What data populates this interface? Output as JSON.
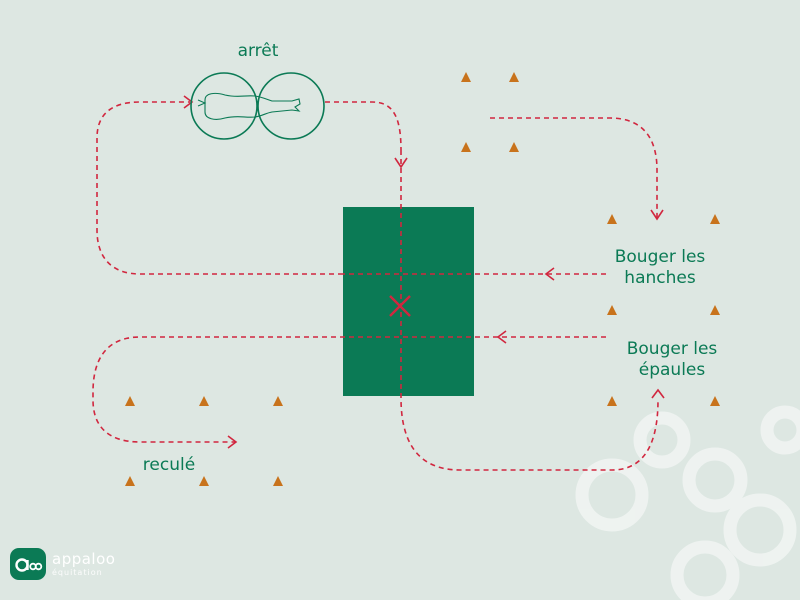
{
  "colors": {
    "background": "#dde7e2",
    "green": "#0b7a55",
    "path_red": "#d1273f",
    "cone_orange": "#c8731c",
    "watermark": "#f0f4f2"
  },
  "labels": {
    "arret": "arrêt",
    "hanches": [
      "Bouger les",
      "hanches"
    ],
    "epaules": [
      "Bouger les",
      "épaules"
    ],
    "recule": "reculé"
  },
  "brand": {
    "name": "appaloo",
    "subtitle": "équitation"
  },
  "icons": {
    "horse": "horse-topdown-icon",
    "cone": "cone-icon",
    "center": "x-marker-icon",
    "logo": "appaloo-logo-icon"
  }
}
